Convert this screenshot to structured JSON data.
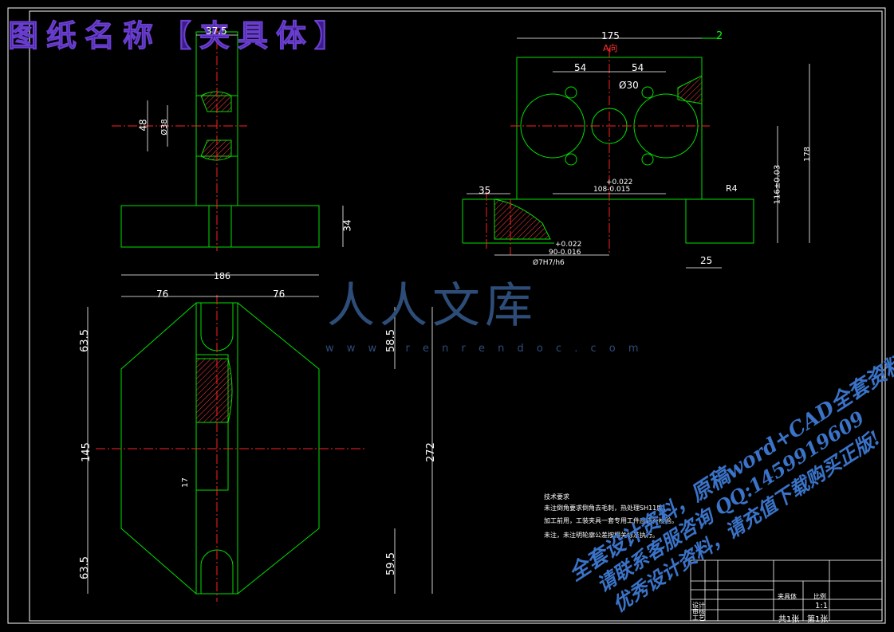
{
  "title": {
    "text": "图纸名称【夹具体】"
  },
  "dimensions": {
    "top_width": "37.5",
    "bore_height": "48",
    "bore_dia": "Ø38",
    "base_height": "34",
    "base_length": "186",
    "left_76": "76",
    "right_76": "76",
    "upper_63": "63.5",
    "mid_145": "145",
    "lower_63": "63.5",
    "upper_58": "58.5",
    "lower_59": "59.5",
    "total_272": "272",
    "hole_17": "17",
    "front_175": "175",
    "front_2": "2",
    "view_label": "A向",
    "span_54a": "54",
    "span_54b": "54",
    "hole_30": "Ø30",
    "tol_upper_a": "+0.022",
    "span_108": "108-0.015",
    "radius_r4": "R4",
    "h_178": "178",
    "h_116": "116±0.03",
    "left_35": "35",
    "tol_upper_b": "+0.022",
    "span_90": "90-0.016",
    "fit_7h7": "Ø7H7/h6",
    "right_25": "25"
  },
  "notes": [
    "技术要求",
    "未注倒角要求倒角去毛刺，热处理SH11度。",
    "加工前用，工装夹具一套专用工件应进行检验。",
    "未注，未注明轮廓公差按相关标准执行。"
  ],
  "title_block": {
    "part_name": "夹具体",
    "scale_label": "比例",
    "scale": "1:1",
    "sheets": "共1张",
    "sheet_no": "第1张",
    "design": "设计",
    "check": "审核",
    "process": "工艺"
  },
  "watermark": {
    "logo": "人人文库",
    "url": "w w w . r e n r e n d o c . c o m",
    "line1": "全套设计资料，原稿word+CAD全套资料!",
    "line2": "请联系客服咨询 QQ:1459919609",
    "line3": "优秀设计资料，请充值下载购买正版!"
  },
  "colors": {
    "line": "#00e000",
    "dim": "#ffffff",
    "center": "#ff2020",
    "title": "#3b1a8a",
    "watermark": "#3a73c8"
  }
}
